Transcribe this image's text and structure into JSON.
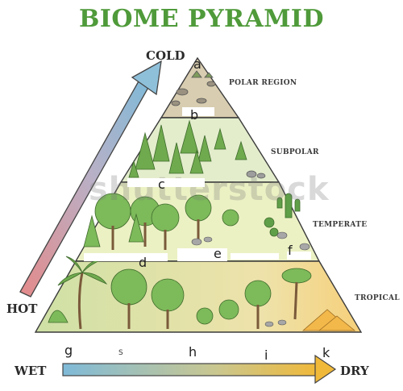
{
  "title": "BIOME PYRAMID",
  "axes": {
    "vertical_top": "COLD",
    "vertical_bottom": "HOT",
    "horizontal_left": "WET",
    "horizontal_right": "DRY"
  },
  "zones": [
    {
      "name": "POLAR REGION",
      "color": "#d8cdb0"
    },
    {
      "name": "SUBPOLAR",
      "color": "#e3edcc"
    },
    {
      "name": "TEMPERATE",
      "color": "#ecf1c4"
    },
    {
      "name": "TROPICAL",
      "color": "#f3e6b8"
    }
  ],
  "labels": {
    "a": "a",
    "b": "b",
    "c": "c",
    "d": "d",
    "e": "e",
    "f": "f",
    "g": "g",
    "h": "h",
    "i": "i",
    "k": "k",
    "s_fragment": "S"
  },
  "watermark": "shutterstock",
  "colors": {
    "title_green": "#4f9a3a",
    "arrow_cold": "#7fb9d6",
    "arrow_hot": "#e08a8a",
    "outline": "#3b3b3b"
  }
}
